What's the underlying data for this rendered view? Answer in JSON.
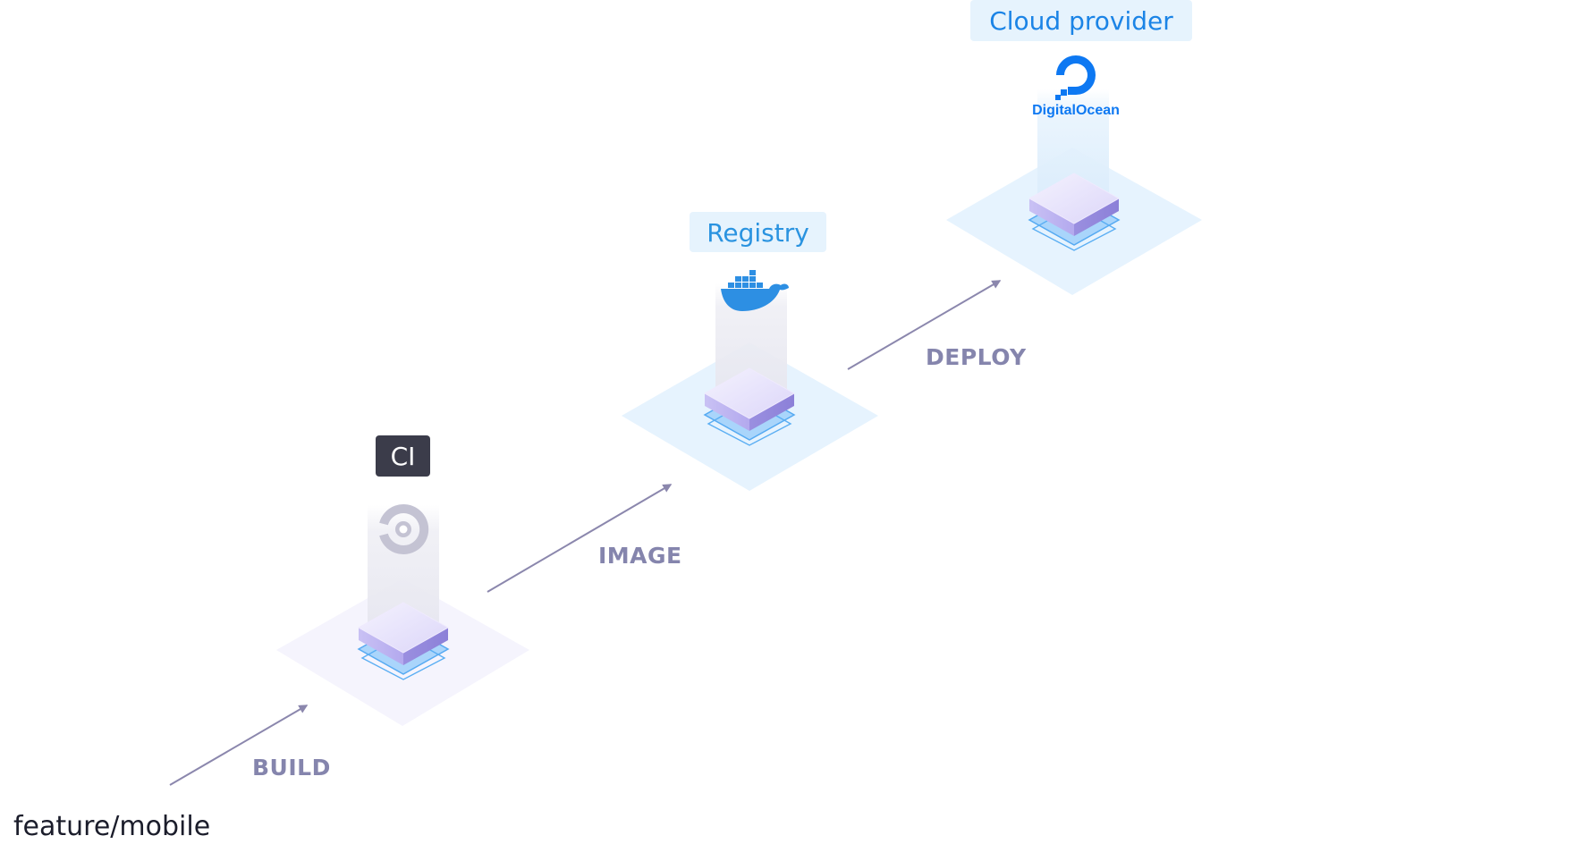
{
  "branch": {
    "label": "feature/mobile",
    "color": "#1b1d2b"
  },
  "steps": {
    "build": "BUILD",
    "image": "IMAGE",
    "deploy": "DEPLOY",
    "color": "#8585ad"
  },
  "nodes": {
    "ci": {
      "tag": "CI",
      "icon": "circleci-icon",
      "tag_bg": "#3b3c4a",
      "tag_color": "#ffffff"
    },
    "registry": {
      "tag": "Registry",
      "icon": "docker-whale-icon",
      "tag_bg": "#e6f3fd",
      "tag_color": "#2a93e0"
    },
    "cloud": {
      "tag": "Cloud provider",
      "icon": "digitalocean-icon",
      "brand": "DigitalOcean",
      "tag_bg": "#e6f3fd",
      "tag_color": "#1b84e6"
    }
  },
  "colors": {
    "arrow": "#8b87ad",
    "ci_platform": "#f5f4fd",
    "blue_platform": "#e6f3fe",
    "chip_top": "#e9e5fb",
    "chip_side": "#a99ee6",
    "chip_base": "#a6d4fb",
    "docker_blue": "#2d8fe3",
    "do_blue": "#0d78f2"
  }
}
